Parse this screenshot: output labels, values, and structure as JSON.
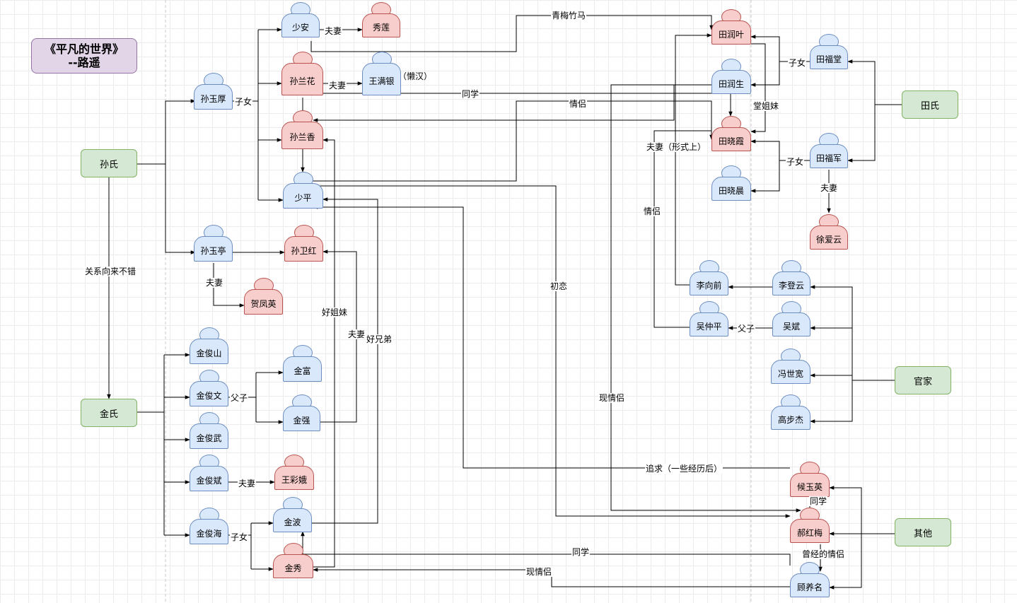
{
  "title": {
    "line1": "《平凡的世界》",
    "line2": "--路遥"
  },
  "clans": {
    "sun": "孙氏",
    "jin": "金氏",
    "tian": "田氏",
    "guan": "官家",
    "other": "其他"
  },
  "people": {
    "shaoan": "少安",
    "xiulian": "秀莲",
    "lanhua": "孙兰花",
    "wangmanyin": "王满银",
    "lanxiang": "孙兰香",
    "shaoping": "少平",
    "yuhou": "孙玉厚",
    "yuting": "孙玉亭",
    "weihong": "孙卫红",
    "fengying": "贺凤英",
    "junshan": "金俊山",
    "junwen": "金俊文",
    "junwu": "金俊武",
    "junbin": "金俊斌",
    "junhai": "金俊海",
    "jinfu": "金富",
    "jinqiang": "金强",
    "wangcaie": "王彩娥",
    "jinbo": "金波",
    "jinxiu": "金秀",
    "runye": "田润叶",
    "runsheng": "田润生",
    "xiaoxia": "田晓霞",
    "xiaochen": "田晓晨",
    "futang": "田福堂",
    "fujun": "田福军",
    "aiyun": "徐爱云",
    "xiangqian": "李向前",
    "dengyun": "李登云",
    "zhongping": "吴仲平",
    "wubin": "吴斌",
    "fengshikuan": "冯世宽",
    "gaobujie": "高步杰",
    "houyuying": "候玉英",
    "haohongmei": "郝红梅",
    "guyangming": "顾养名"
  },
  "labels": {
    "qingmei": "青梅竹马",
    "fuqi": "夫妻",
    "lanhan": "（懒汉）",
    "zinv": "子女",
    "tongxue": "同学",
    "qinglv": "情侣",
    "tangjiemei": "堂姐妹",
    "fuqi_xingshi": "夫妻（形式上）",
    "guanxi": "关系向来不错",
    "haojiemei": "好姐妹",
    "haoxiongdi": "好兄弟",
    "fuzi": "父子",
    "chulian": "初恋",
    "xianqinglv": "现情侣",
    "zhuiqiu": "追求（一些经历后）",
    "cengjing": "曾经的情侣"
  },
  "colors": {
    "male": "#dae8fc",
    "female": "#f8cecc",
    "clan": "#d5e8d4",
    "title": "#e1d5e7"
  }
}
